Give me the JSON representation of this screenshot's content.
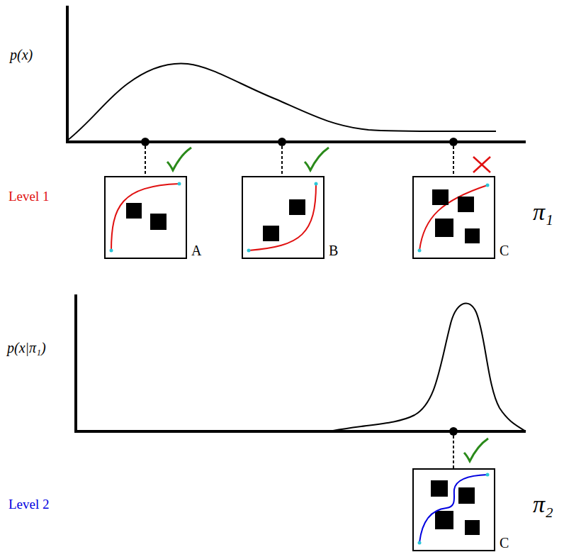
{
  "diagram": {
    "nodes": [
      {
        "text": [
          "A"
        ]
      },
      {
        "text": [
          "B"
        ]
      },
      {
        "text": [
          "C"
        ]
      },
      {
        "text": [
          "C"
        ]
      }
    ],
    "labels": [
      "p(x)",
      "Level 1",
      "π₁",
      "p(x|π₁)",
      "Level 2",
      "π₂"
    ]
  }
}
